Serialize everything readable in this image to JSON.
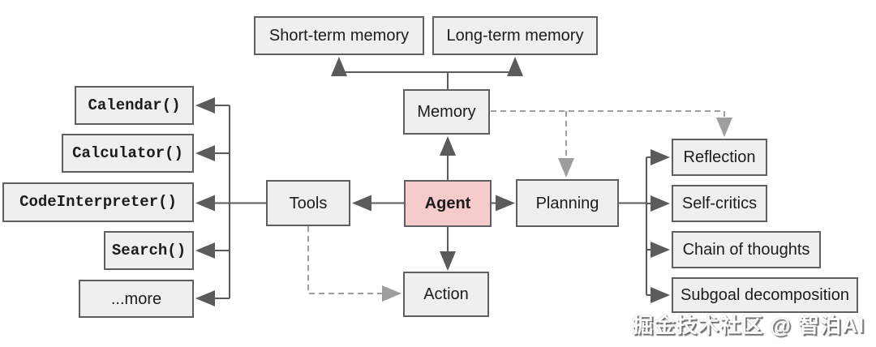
{
  "nodes": {
    "short_term_memory": {
      "label": "Short-term memory"
    },
    "long_term_memory": {
      "label": "Long-term memory"
    },
    "memory": {
      "label": "Memory"
    },
    "calendar": {
      "label": "Calendar()"
    },
    "calculator": {
      "label": "Calculator()"
    },
    "code_interpreter": {
      "label": "CodeInterpreter()"
    },
    "search": {
      "label": "Search()"
    },
    "more": {
      "label": "...more"
    },
    "tools": {
      "label": "Tools"
    },
    "agent": {
      "label": "Agent"
    },
    "action": {
      "label": "Action"
    },
    "planning": {
      "label": "Planning"
    },
    "reflection": {
      "label": "Reflection"
    },
    "self_critics": {
      "label": "Self-critics"
    },
    "chain_of_thoughts": {
      "label": "Chain of thoughts"
    },
    "subgoal_decomposition": {
      "label": "Subgoal decomposition"
    }
  },
  "edges": [
    {
      "from": "memory",
      "to": "short_term_memory",
      "style": "solid-arrow"
    },
    {
      "from": "memory",
      "to": "long_term_memory",
      "style": "solid-arrow"
    },
    {
      "from": "agent",
      "to": "memory",
      "style": "solid-arrow"
    },
    {
      "from": "agent",
      "to": "tools",
      "style": "solid-arrow"
    },
    {
      "from": "agent",
      "to": "action",
      "style": "solid-arrow"
    },
    {
      "from": "agent",
      "to": "planning",
      "style": "solid-arrow"
    },
    {
      "from": "tools",
      "to": "calendar",
      "style": "solid-arrow"
    },
    {
      "from": "tools",
      "to": "calculator",
      "style": "solid-arrow"
    },
    {
      "from": "tools",
      "to": "code_interpreter",
      "style": "solid-arrow"
    },
    {
      "from": "tools",
      "to": "search",
      "style": "solid-arrow"
    },
    {
      "from": "tools",
      "to": "more",
      "style": "solid-arrow"
    },
    {
      "from": "planning",
      "to": "reflection",
      "style": "solid-arrow"
    },
    {
      "from": "planning",
      "to": "self_critics",
      "style": "solid-arrow"
    },
    {
      "from": "planning",
      "to": "chain_of_thoughts",
      "style": "solid-arrow"
    },
    {
      "from": "planning",
      "to": "subgoal_decomposition",
      "style": "solid-arrow"
    },
    {
      "from": "memory",
      "to": "planning",
      "style": "dashed-arrow"
    },
    {
      "from": "memory",
      "to": "reflection",
      "style": "dashed-arrow"
    },
    {
      "from": "tools",
      "to": "action",
      "style": "dashed-arrow"
    }
  ],
  "watermark": {
    "text": "掘金技术社区 @ 智泊AI"
  },
  "colors": {
    "box_fill": "#efefef",
    "box_border": "#5f5f5f",
    "agent_fill": "#f5cbcb",
    "solid_arrow": "#5b5b5b",
    "dashed_arrow": "#9e9e9e",
    "text": "#1c1c1c",
    "watermark_fill": "#fdfdfd"
  }
}
